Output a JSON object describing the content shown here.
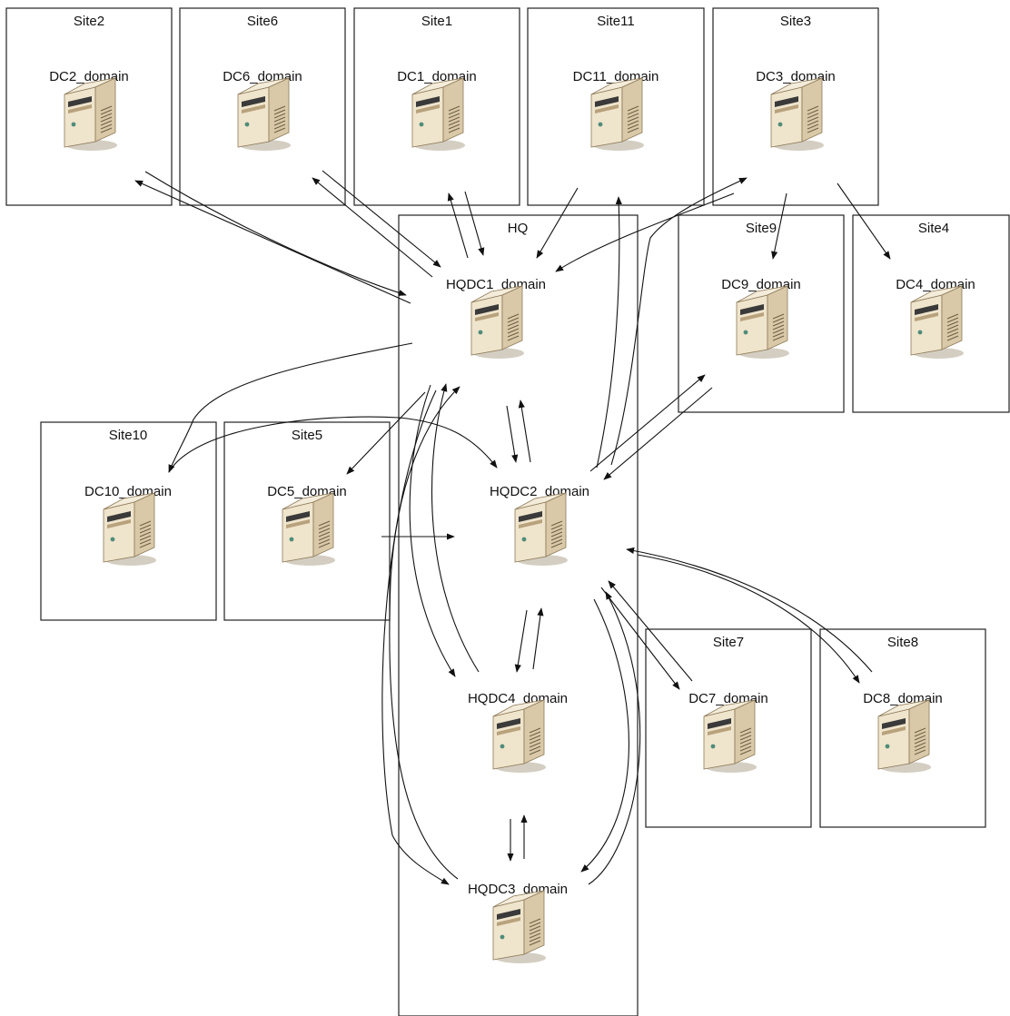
{
  "colors": {
    "border": "#222222",
    "edge": "#111111",
    "server_body": "#d9c9a8",
    "server_side": "#b8a27c",
    "server_front": "#efe4cc",
    "server_shadow": "#c9c2b3"
  },
  "icons": {
    "server": "server-tower-icon"
  },
  "hq": {
    "label": "HQ"
  },
  "sites": [
    {
      "id": "site2",
      "label": "Site2",
      "dc": "DC2_domain"
    },
    {
      "id": "site6",
      "label": "Site6",
      "dc": "DC6_domain"
    },
    {
      "id": "site1",
      "label": "Site1",
      "dc": "DC1_domain"
    },
    {
      "id": "site11",
      "label": "Site11",
      "dc": "DC11_domain"
    },
    {
      "id": "site3",
      "label": "Site3",
      "dc": "DC3_domain"
    },
    {
      "id": "site9",
      "label": "Site9",
      "dc": "DC9_domain"
    },
    {
      "id": "site4",
      "label": "Site4",
      "dc": "DC4_domain"
    },
    {
      "id": "site10",
      "label": "Site10",
      "dc": "DC10_domain"
    },
    {
      "id": "site5",
      "label": "Site5",
      "dc": "DC5_domain"
    },
    {
      "id": "site7",
      "label": "Site7",
      "dc": "DC7_domain"
    },
    {
      "id": "site8",
      "label": "Site8",
      "dc": "DC8_domain"
    }
  ],
  "hq_servers": [
    {
      "id": "hqdc1",
      "label": "HQDC1_domain"
    },
    {
      "id": "hqdc2",
      "label": "HQDC2_domain"
    },
    {
      "id": "hqdc4",
      "label": "HQDC4_domain"
    },
    {
      "id": "hqdc3",
      "label": "HQDC3_domain"
    }
  ]
}
